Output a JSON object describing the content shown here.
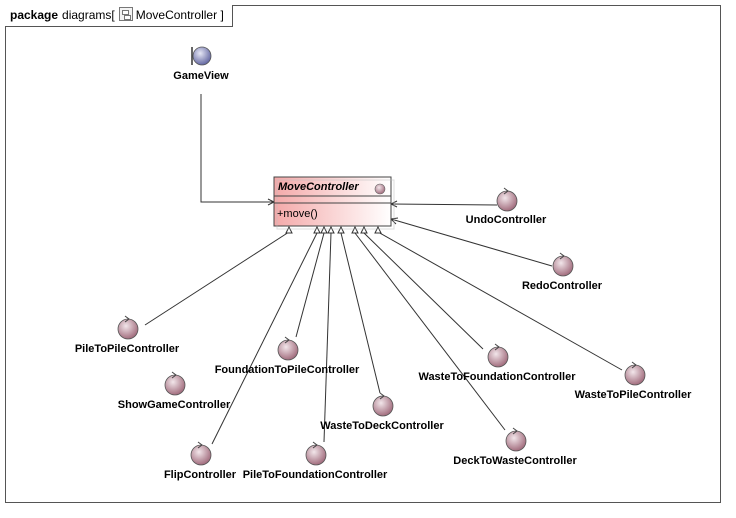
{
  "frame": {
    "keyword": "package",
    "path": "diagrams",
    "open_bracket": "[",
    "diagram_name": "MoveController",
    "close_bracket": "]"
  },
  "boundary": {
    "name": "GameView"
  },
  "class": {
    "name": "MoveController",
    "operation": "+move()",
    "abstract": true
  },
  "controllers": [
    {
      "id": "undo",
      "name": "UndoController"
    },
    {
      "id": "redo",
      "name": "RedoController"
    },
    {
      "id": "piletopile",
      "name": "PileToPileController"
    },
    {
      "id": "showgame",
      "name": "ShowGameController"
    },
    {
      "id": "flip",
      "name": "FlipController"
    },
    {
      "id": "foundationtopile",
      "name": "FoundationToPileController"
    },
    {
      "id": "piletofoundation",
      "name": "PileToFoundationController"
    },
    {
      "id": "wastetodeck",
      "name": "WasteToDeckController"
    },
    {
      "id": "wastetofoundation",
      "name": "WasteToFoundationController"
    },
    {
      "id": "wastetopile",
      "name": "WasteToPileController"
    },
    {
      "id": "decktowaste",
      "name": "DeckToWasteController"
    }
  ],
  "colors": {
    "control_fill": "#b07a8c",
    "boundary_fill": "#7f84b8",
    "class_fill_top": "#f7b7b7",
    "class_fill_bottom": "#ffffff",
    "line": "#333333"
  },
  "relations": {
    "association": [
      "GameView -> MoveController",
      "UndoController -> MoveController",
      "RedoController -> MoveController"
    ],
    "generalization": [
      "PileToPileController",
      "FlipController",
      "FoundationToPileController",
      "PileToFoundationController",
      "WasteToDeckController",
      "DeckToWasteController",
      "WasteToFoundationController",
      "WasteToPileController"
    ]
  }
}
